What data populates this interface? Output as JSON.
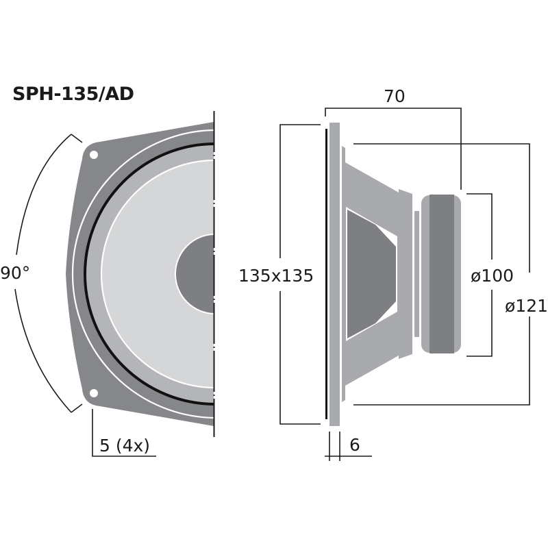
{
  "title": "SPH-135/AD",
  "front_view": {
    "angle_label": "90°",
    "hole_label": "5 (4x)"
  },
  "side_view": {
    "depth_label": "70",
    "frame_label": "135x135",
    "magnet_diameter_label": "ø100",
    "cutout_diameter_label": "ø121",
    "flange_thickness_label": "6"
  },
  "colors": {
    "frame": "#86878a",
    "cone": "#d5d6d8",
    "surround": "#b4b5b8",
    "basket": "#a9aaad",
    "magnet": "#7e7f82",
    "line": "#1a1a1a"
  }
}
